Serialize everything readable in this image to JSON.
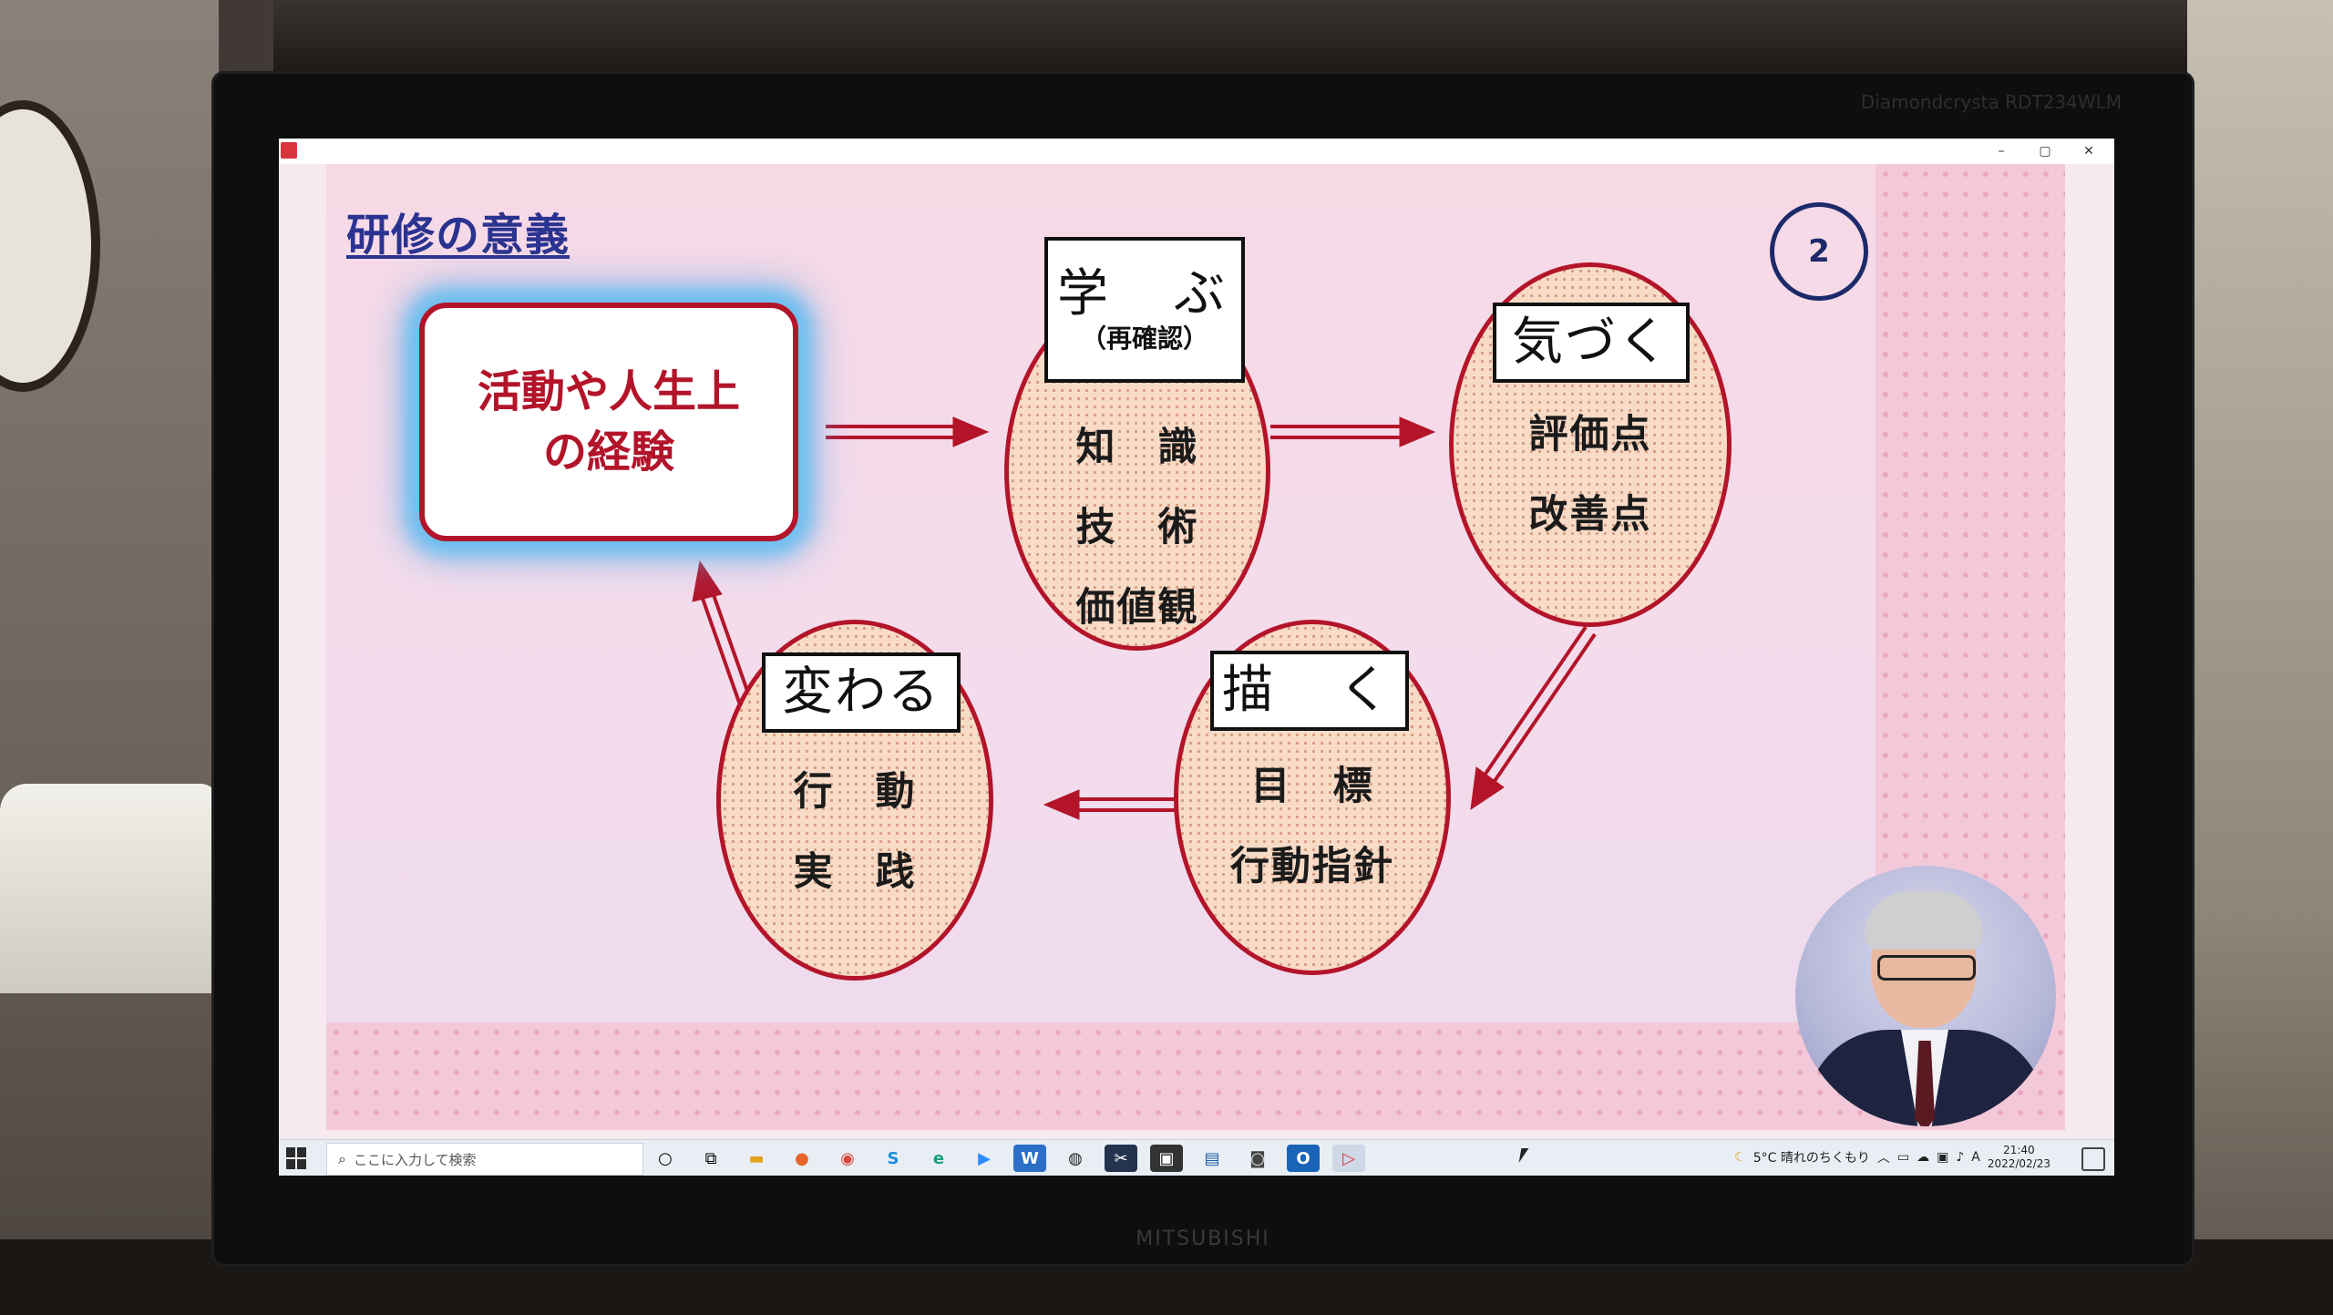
{
  "window": {
    "minimize_glyph": "–",
    "maximize_glyph": "▢",
    "close_glyph": "✕"
  },
  "slide": {
    "title": "研修の意義",
    "page_number": "2",
    "experience_box": "活動や人生上\nの経験",
    "cycle": {
      "learn": {
        "label": "学　ぶ",
        "sublabel": "（再確認）",
        "items": [
          "知　識",
          "技　術",
          "価値観"
        ]
      },
      "notice": {
        "label": "気づく",
        "items": [
          "評価点",
          "改善点"
        ]
      },
      "draw": {
        "label": "描　く",
        "items": [
          "目　標",
          "行動指針"
        ]
      },
      "change": {
        "label": "変わる",
        "items": [
          "行　動",
          "実　践"
        ]
      }
    },
    "colors": {
      "accent_red": "#b3142a",
      "title_blue": "#2b3390",
      "glow_blue": "#6ec0f0"
    }
  },
  "monitor": {
    "brand": "MITSUBISHI",
    "model": "Diamondcrysta RDT234WLM"
  },
  "taskbar": {
    "search_placeholder": "ここに入力して検索",
    "apps": [
      {
        "name": "cortana-icon",
        "glyph": "○"
      },
      {
        "name": "task-view-icon",
        "glyph": "⧉"
      },
      {
        "name": "file-explorer-icon",
        "glyph": "▬"
      },
      {
        "name": "firefox-icon",
        "glyph": "●"
      },
      {
        "name": "chrome-icon",
        "glyph": "◉"
      },
      {
        "name": "skype-icon",
        "glyph": "S"
      },
      {
        "name": "edge-icon",
        "glyph": "e"
      },
      {
        "name": "zoom-icon",
        "glyph": "▶"
      },
      {
        "name": "word-icon",
        "glyph": "W"
      },
      {
        "name": "obs-icon",
        "glyph": "◍"
      },
      {
        "name": "video-editor-icon",
        "glyph": "✂"
      },
      {
        "name": "film-icon",
        "glyph": "▣"
      },
      {
        "name": "photos-icon",
        "glyph": "▤"
      },
      {
        "name": "camera-icon",
        "glyph": "◙"
      },
      {
        "name": "outlook-icon",
        "glyph": "O"
      },
      {
        "name": "presentation-icon",
        "glyph": "▷"
      }
    ],
    "weather": "5°C  晴れのちくもり",
    "ime": "A",
    "time": "21:40",
    "date": "2022/02/23"
  }
}
